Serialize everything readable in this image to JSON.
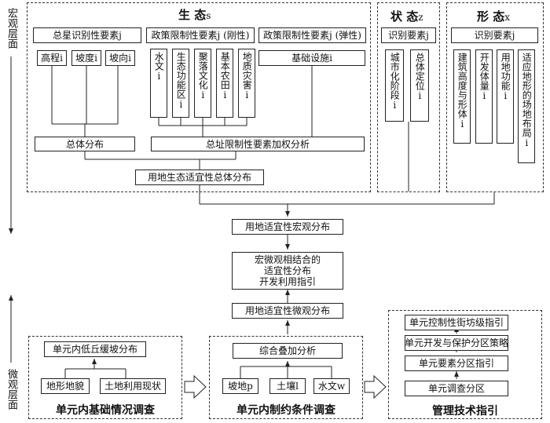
{
  "left_labels": {
    "macro": "宏观层面",
    "micro": "微观层面"
  },
  "ecology": {
    "title": "生  态",
    "title_sub": "s",
    "group1": "总星识别性要素j",
    "group2": "政策限制性要素j (刚性)",
    "group3": "政策限制性要素j (弹性)",
    "items1": [
      "高程i",
      "坡度i",
      "坡向i"
    ],
    "items2": [
      "水文i",
      "生态功能区i",
      "聚落文化i",
      "基本农田i",
      "地质灾害i"
    ],
    "item3": "基础设施i",
    "overall": "总体分布",
    "weighted": "总址限制性要素加权分析",
    "result": "用地生态适宜性总体分布"
  },
  "status": {
    "title": "状  态",
    "title_sub": "z",
    "group": "识别要素j",
    "items": [
      "城市化阶段i",
      "总体定位i"
    ]
  },
  "form": {
    "title": "形  态",
    "title_sub": "x",
    "group": "识别要素j",
    "items": [
      "建筑高度与形体i",
      "开发体量i",
      "用地功能i",
      "适应地形的场地布局i"
    ]
  },
  "center": {
    "macro_dist": "用地适宜性宏观分布",
    "guide": "宏微观相结合的\n适宜性分布\n开发利用指引",
    "micro_dist": "用地适宜性微观分布"
  },
  "panel_basic": {
    "top": "单元内低丘缓坡分布",
    "items": [
      "地形地貌",
      "土地利用现状"
    ],
    "caption": "单元内基础情况调查"
  },
  "panel_constraint": {
    "top": "综合叠加分析",
    "items": [
      "坡地p",
      "土壤l",
      "水文w"
    ],
    "caption": "单元内制约条件调查"
  },
  "panel_mgmt": {
    "items": [
      "单元控制性街坊级指引",
      "单元开发与保护分区策略",
      "单元要素分区指引",
      "单元调查分区"
    ],
    "caption": "管理技术指引"
  }
}
